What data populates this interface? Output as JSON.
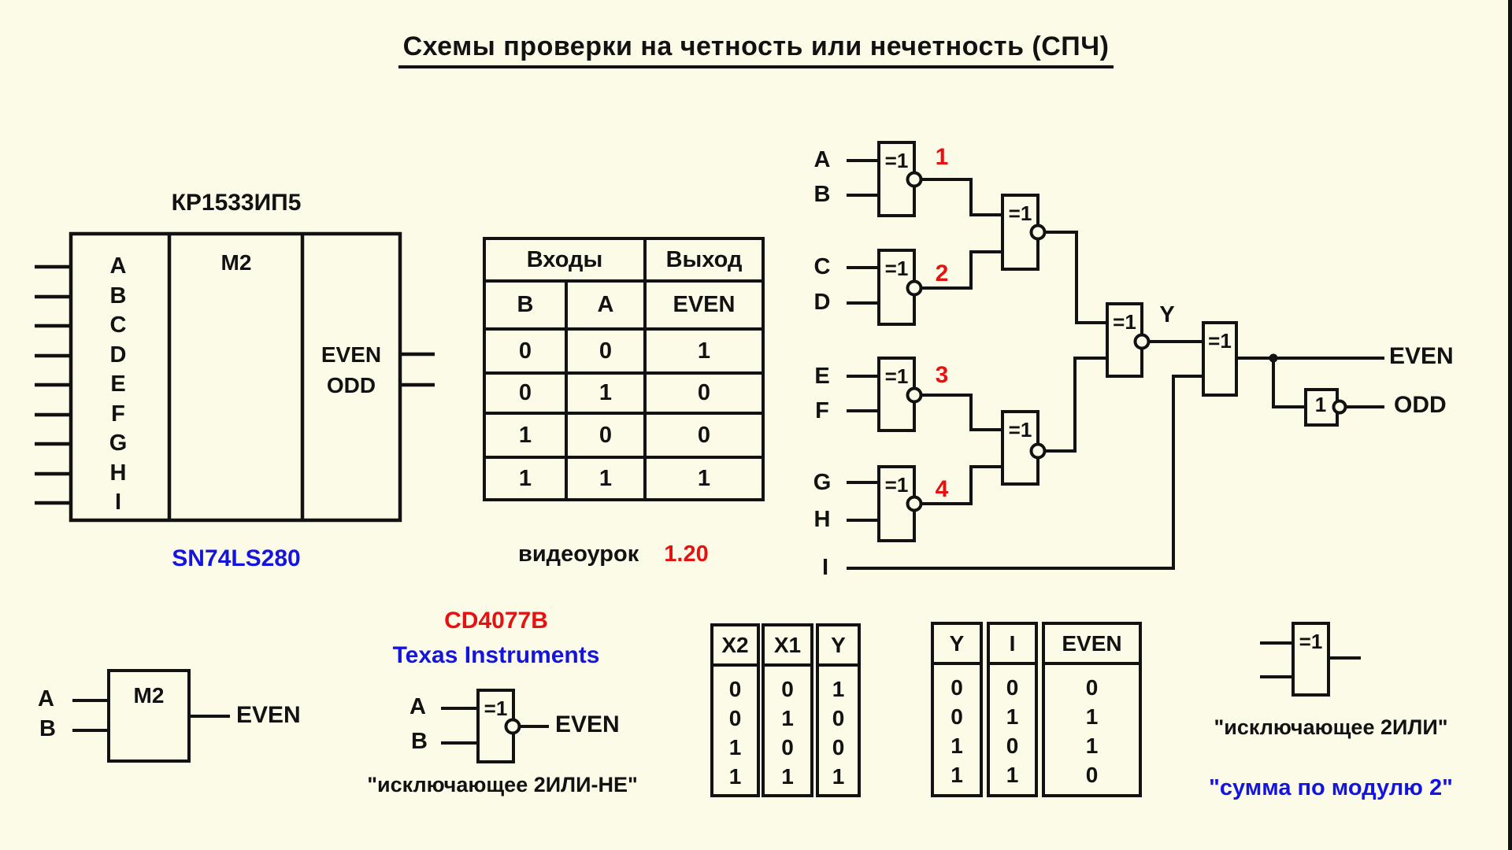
{
  "page": {
    "title": "Схемы проверки на четность или нечетность (СПЧ)",
    "background": "#fcfbe7"
  },
  "colors": {
    "black": "#121212",
    "red": "#e51212",
    "blue": "#1414e0"
  },
  "gate_symbols": {
    "xor": "=1",
    "not": "1"
  },
  "chip": {
    "part_label": "КР1533ИП5",
    "function_label": "M2",
    "pins": [
      "A",
      "B",
      "C",
      "D",
      "E",
      "F",
      "G",
      "H",
      "I"
    ],
    "outputs": [
      "EVEN",
      "ODD"
    ],
    "footer_label": "SN74LS280"
  },
  "truth_table_main": {
    "group_headers": [
      "Входы",
      "Выход"
    ],
    "col_headers": [
      "B",
      "A",
      "EVEN"
    ],
    "rows": [
      [
        "0",
        "0",
        "1"
      ],
      [
        "0",
        "1",
        "0"
      ],
      [
        "1",
        "0",
        "0"
      ],
      [
        "1",
        "1",
        "1"
      ]
    ]
  },
  "video_note": {
    "label": "видеоурок",
    "number": "1.20"
  },
  "tree": {
    "inputs": [
      "A",
      "B",
      "C",
      "D",
      "E",
      "F",
      "G",
      "H",
      "I"
    ],
    "stage_numbers": [
      "1",
      "2",
      "3",
      "4"
    ],
    "mid_label": "Y",
    "outputs": [
      "EVEN",
      "ODD"
    ]
  },
  "m2_block": {
    "inputs": [
      "A",
      "B"
    ],
    "label": "M2",
    "output": "EVEN"
  },
  "cd4077": {
    "part_number": "CD4077B",
    "manufacturer": "Texas Instruments",
    "inputs": [
      "A",
      "B"
    ],
    "output": "EVEN",
    "caption": "\"исключающее 2ИЛИ-НЕ\""
  },
  "truth_table_x": {
    "columns": [
      {
        "header": "X2",
        "values": [
          "0",
          "0",
          "1",
          "1"
        ]
      },
      {
        "header": "X1",
        "values": [
          "0",
          "1",
          "0",
          "1"
        ]
      },
      {
        "header": "Y",
        "values": [
          "1",
          "0",
          "0",
          "1"
        ]
      }
    ]
  },
  "truth_table_y": {
    "columns": [
      {
        "header": "Y",
        "values": [
          "0",
          "0",
          "1",
          "1"
        ]
      },
      {
        "header": "I",
        "values": [
          "0",
          "1",
          "0",
          "1"
        ]
      },
      {
        "header": "EVEN",
        "values": [
          "0",
          "1",
          "1",
          "0"
        ]
      }
    ]
  },
  "xor_symbol": {
    "caption": "\"исключающее 2ИЛИ\"",
    "caption2": "\"сумма по модулю 2\""
  }
}
